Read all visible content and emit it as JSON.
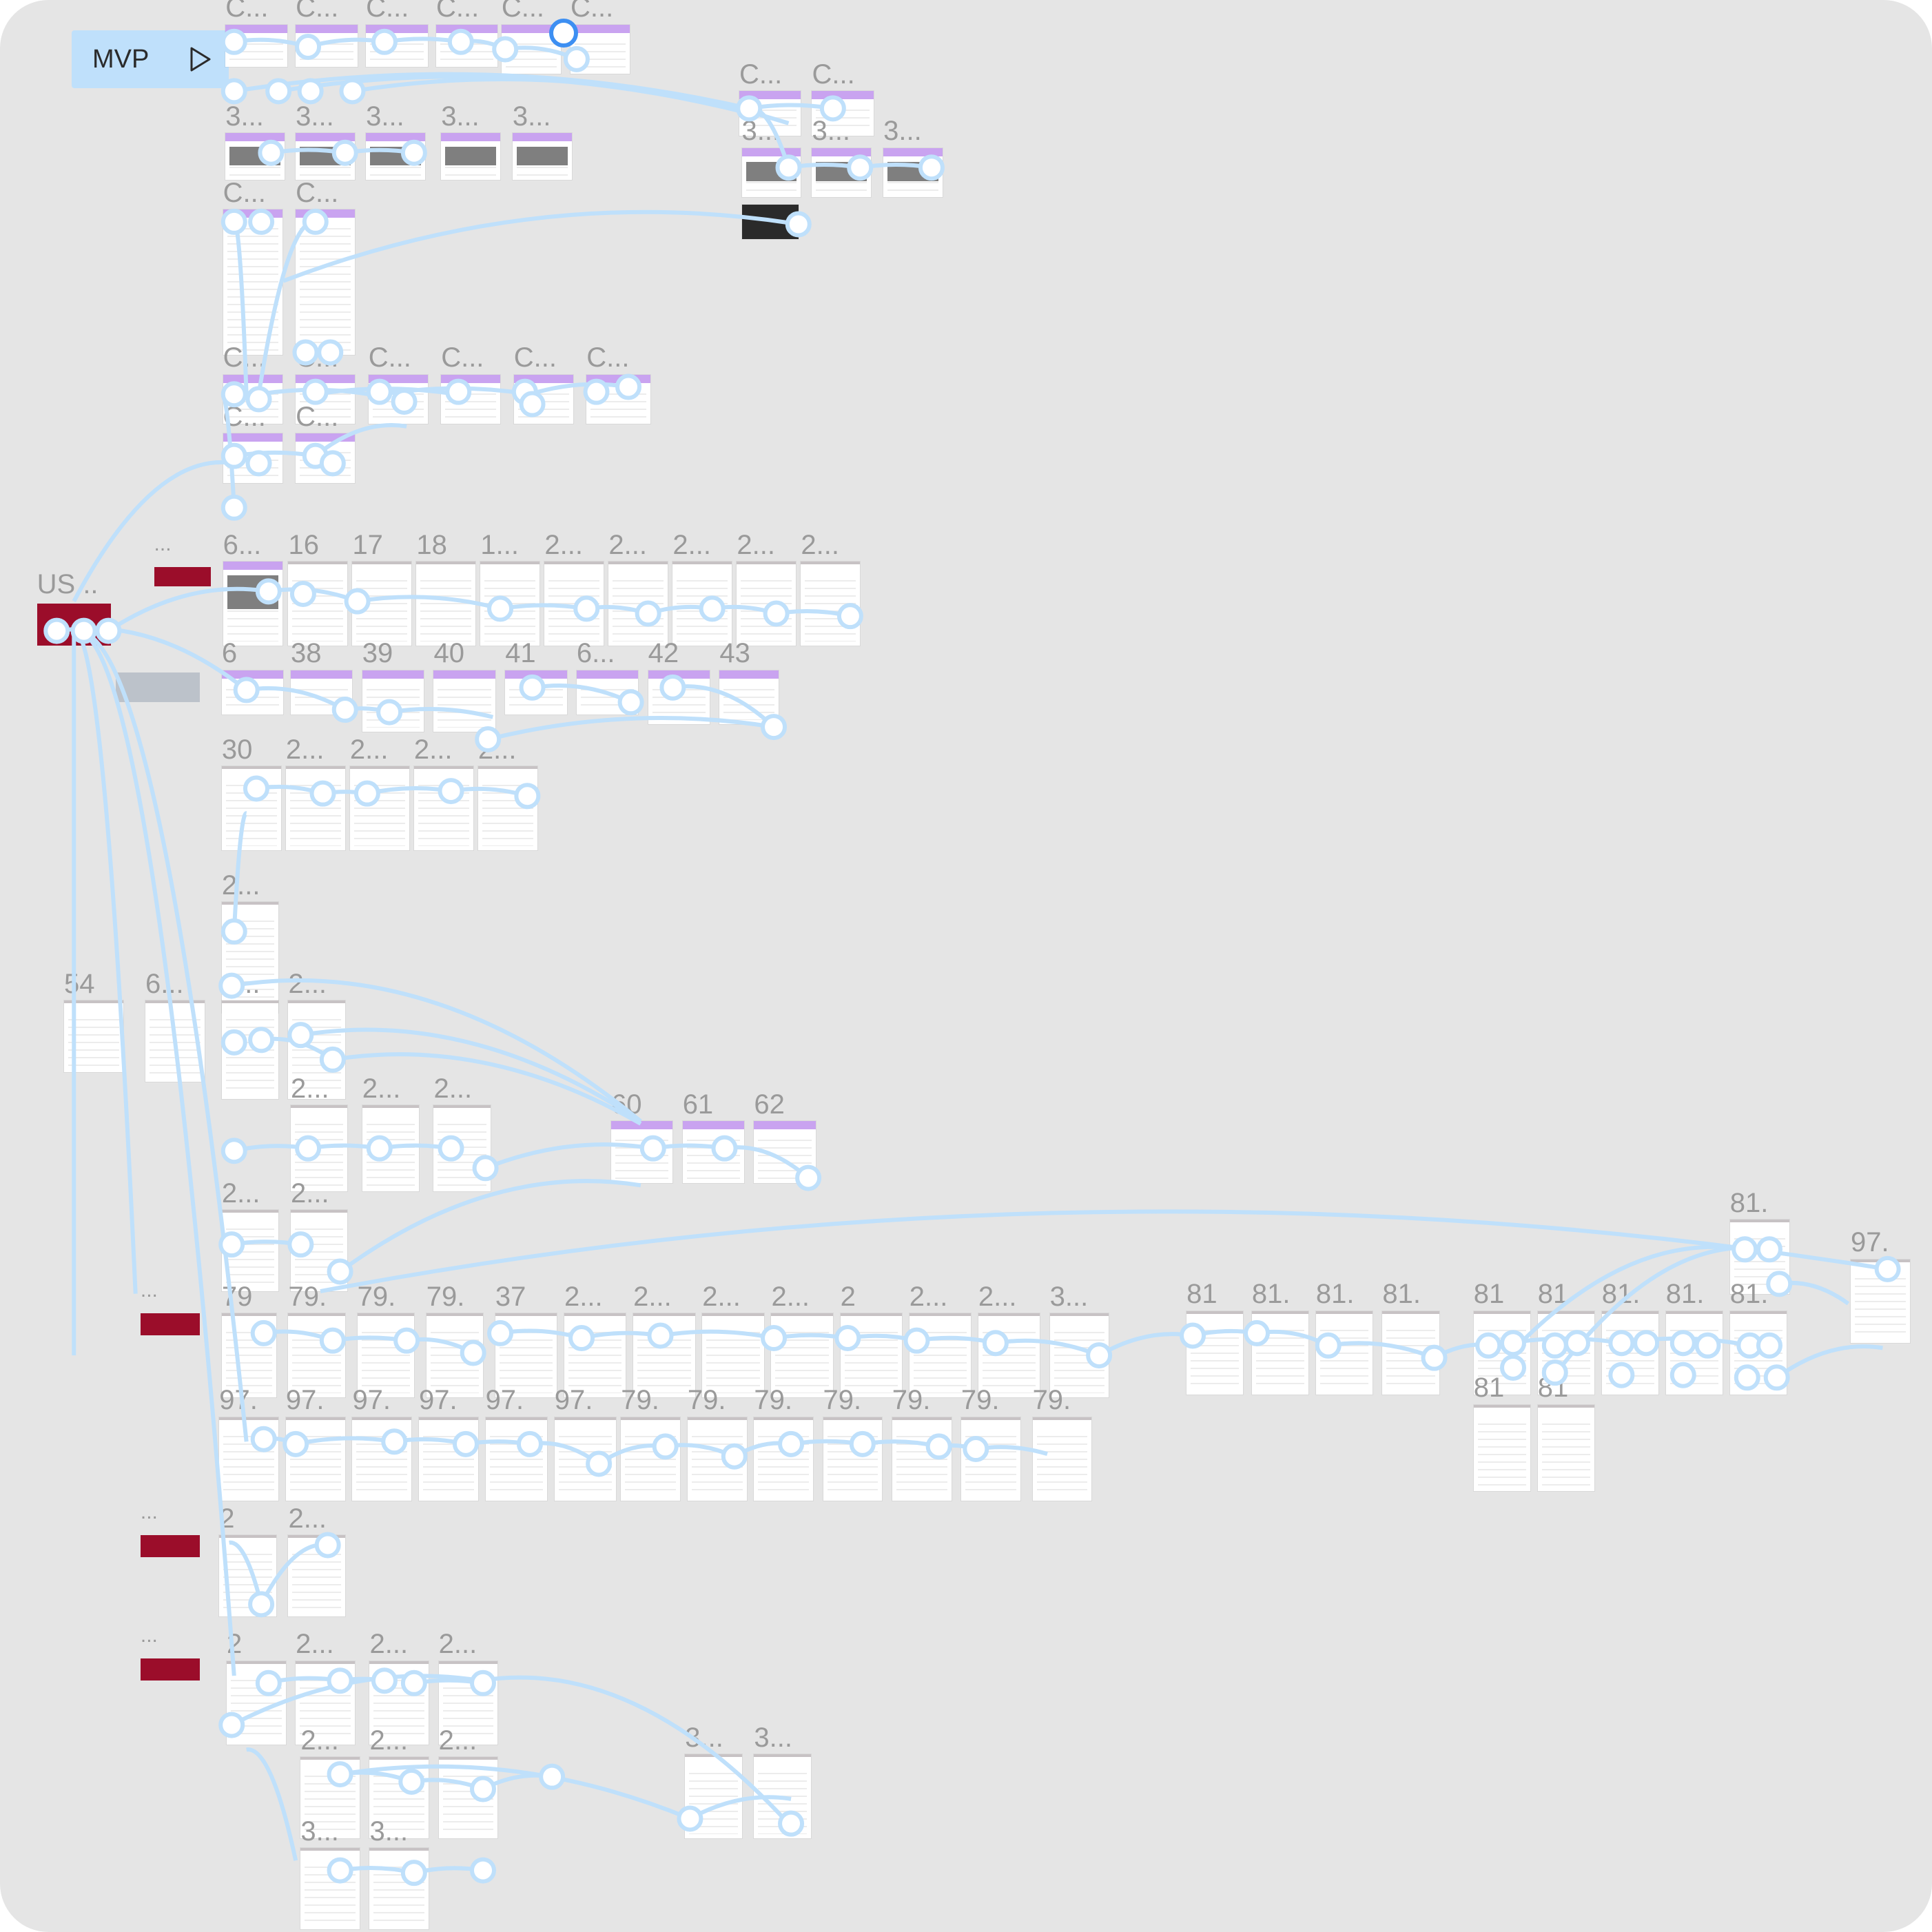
{
  "prototype": {
    "flow_name": "MVP",
    "play_icon": "play-triangle-icon"
  },
  "frames": [
    {
      "label": "C..."
    },
    {
      "label": "C..."
    },
    {
      "label": "C..."
    },
    {
      "label": "C..."
    },
    {
      "label": "C..."
    },
    {
      "label": "C..."
    },
    {
      "label": "3..."
    },
    {
      "label": "3..."
    },
    {
      "label": "3..."
    },
    {
      "label": "3..."
    },
    {
      "label": "3..."
    },
    {
      "label": "C..."
    },
    {
      "label": "C..."
    },
    {
      "label": "3..."
    },
    {
      "label": "3..."
    },
    {
      "label": "3..."
    },
    {
      "label": "C..."
    },
    {
      "label": "C..."
    },
    {
      "label": "C..."
    },
    {
      "label": "C..."
    },
    {
      "label": "C..."
    },
    {
      "label": "C..."
    },
    {
      "label": "C..."
    },
    {
      "label": "C..."
    },
    {
      "label": "C..."
    },
    {
      "label": "C..."
    },
    {
      "label": "6..."
    },
    {
      "label": "16"
    },
    {
      "label": "17"
    },
    {
      "label": "18"
    },
    {
      "label": "1..."
    },
    {
      "label": "2..."
    },
    {
      "label": "2..."
    },
    {
      "label": "2..."
    },
    {
      "label": "2..."
    },
    {
      "label": "2..."
    },
    {
      "label": "US..."
    },
    {
      "label": "..."
    },
    {
      "label": "6"
    },
    {
      "label": "38"
    },
    {
      "label": "39"
    },
    {
      "label": "40"
    },
    {
      "label": "41"
    },
    {
      "label": "6..."
    },
    {
      "label": "42"
    },
    {
      "label": "43"
    },
    {
      "label": "30"
    },
    {
      "label": "2..."
    },
    {
      "label": "2..."
    },
    {
      "label": "2..."
    },
    {
      "label": "2..."
    },
    {
      "label": "2..."
    },
    {
      "label": "54"
    },
    {
      "label": "6..."
    },
    {
      "label": "2..."
    },
    {
      "label": "2..."
    },
    {
      "label": "2..."
    },
    {
      "label": "2..."
    },
    {
      "label": "2..."
    },
    {
      "label": "60"
    },
    {
      "label": "61"
    },
    {
      "label": "62"
    },
    {
      "label": "2..."
    },
    {
      "label": "2..."
    },
    {
      "label": "81."
    },
    {
      "label": "97."
    },
    {
      "label": "..."
    },
    {
      "label": "79"
    },
    {
      "label": "79."
    },
    {
      "label": "79."
    },
    {
      "label": "79."
    },
    {
      "label": "37"
    },
    {
      "label": "2..."
    },
    {
      "label": "2..."
    },
    {
      "label": "2..."
    },
    {
      "label": "2..."
    },
    {
      "label": "2"
    },
    {
      "label": "2..."
    },
    {
      "label": "2..."
    },
    {
      "label": "3..."
    },
    {
      "label": "81"
    },
    {
      "label": "81."
    },
    {
      "label": "81."
    },
    {
      "label": "81."
    },
    {
      "label": "81"
    },
    {
      "label": "81"
    },
    {
      "label": "81."
    },
    {
      "label": "81."
    },
    {
      "label": "81."
    },
    {
      "label": "97."
    },
    {
      "label": "97."
    },
    {
      "label": "97."
    },
    {
      "label": "97."
    },
    {
      "label": "97."
    },
    {
      "label": "97."
    },
    {
      "label": "79."
    },
    {
      "label": "79."
    },
    {
      "label": "79."
    },
    {
      "label": "79."
    },
    {
      "label": "79."
    },
    {
      "label": "79."
    },
    {
      "label": "79."
    },
    {
      "label": "81"
    },
    {
      "label": "81"
    },
    {
      "label": "..."
    },
    {
      "label": "2"
    },
    {
      "label": "2..."
    },
    {
      "label": "..."
    },
    {
      "label": "2"
    },
    {
      "label": "2..."
    },
    {
      "label": "2..."
    },
    {
      "label": "2..."
    },
    {
      "label": "2..."
    },
    {
      "label": "2..."
    },
    {
      "label": "2..."
    },
    {
      "label": "3..."
    },
    {
      "label": "3..."
    },
    {
      "label": "3..."
    },
    {
      "label": "3..."
    }
  ],
  "colors": {
    "canvas": "#e5e5e5",
    "connector": "#bfe0fb",
    "frame_header": "#c9a3f0",
    "sticky": "#9b0d2a",
    "selection": "#3d8ff2"
  }
}
